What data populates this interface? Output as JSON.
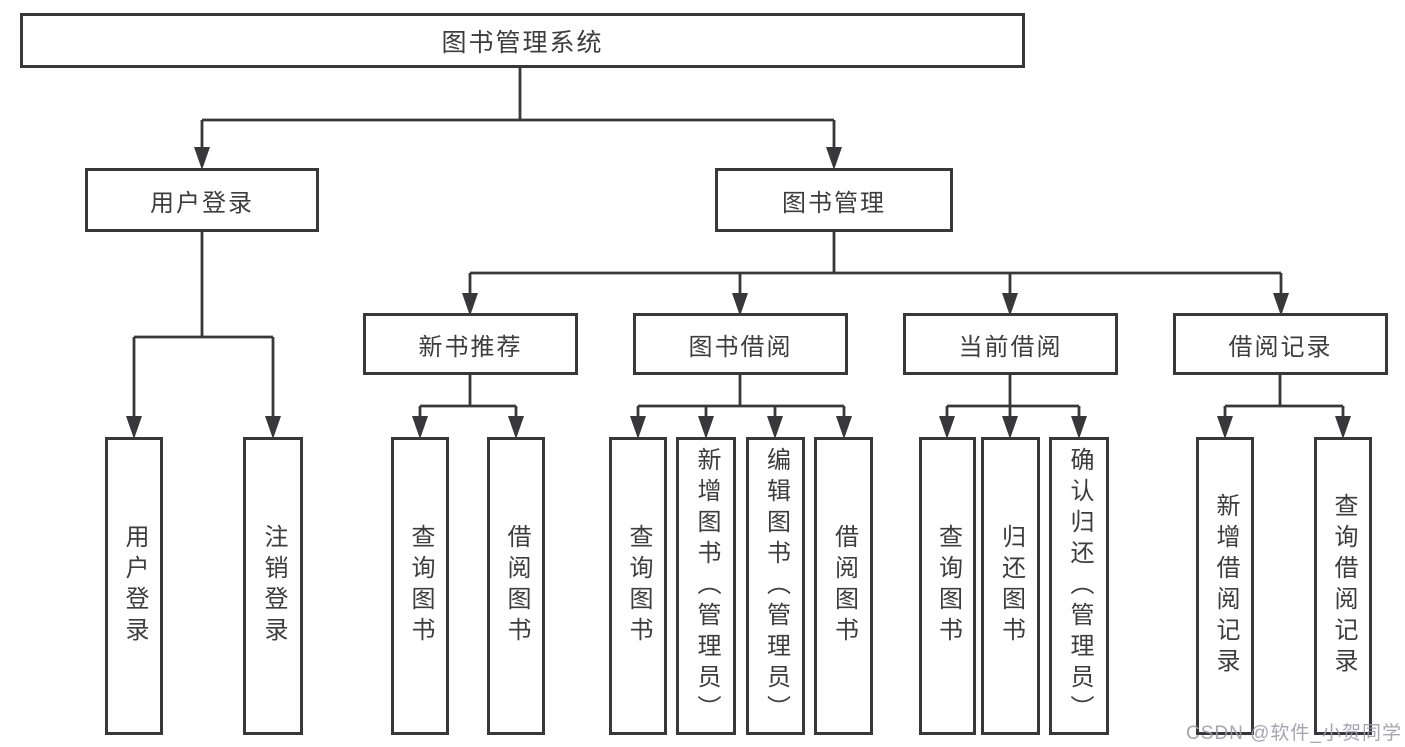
{
  "diagram": {
    "root": {
      "label": "图书管理系统",
      "children": [
        {
          "label": "用户登录",
          "children": [
            {
              "label": "用户登录"
            },
            {
              "label": "注销登录"
            }
          ]
        },
        {
          "label": "图书管理",
          "children": [
            {
              "label": "新书推荐",
              "children": [
                {
                  "label": "查询图书"
                },
                {
                  "label": "借阅图书"
                }
              ]
            },
            {
              "label": "图书借阅",
              "children": [
                {
                  "label": "查询图书"
                },
                {
                  "label": "新增图书（管理员）"
                },
                {
                  "label": "编辑图书（管理员）"
                },
                {
                  "label": "借阅图书"
                }
              ]
            },
            {
              "label": "当前借阅",
              "children": [
                {
                  "label": "查询图书"
                },
                {
                  "label": "归还图书"
                },
                {
                  "label": "确认归还（管理员）"
                }
              ]
            },
            {
              "label": "借阅记录",
              "children": [
                {
                  "label": "新增借阅记录"
                },
                {
                  "label": "查询借阅记录"
                }
              ]
            }
          ]
        }
      ]
    }
  },
  "watermark": {
    "text": "CSDN @软件_小贺同学"
  },
  "colors": {
    "line": "#38383a",
    "text": "#3d3d3d",
    "watermark": "#9c9cac",
    "background": "#ffffff",
    "node_fill": "#ffffff"
  }
}
